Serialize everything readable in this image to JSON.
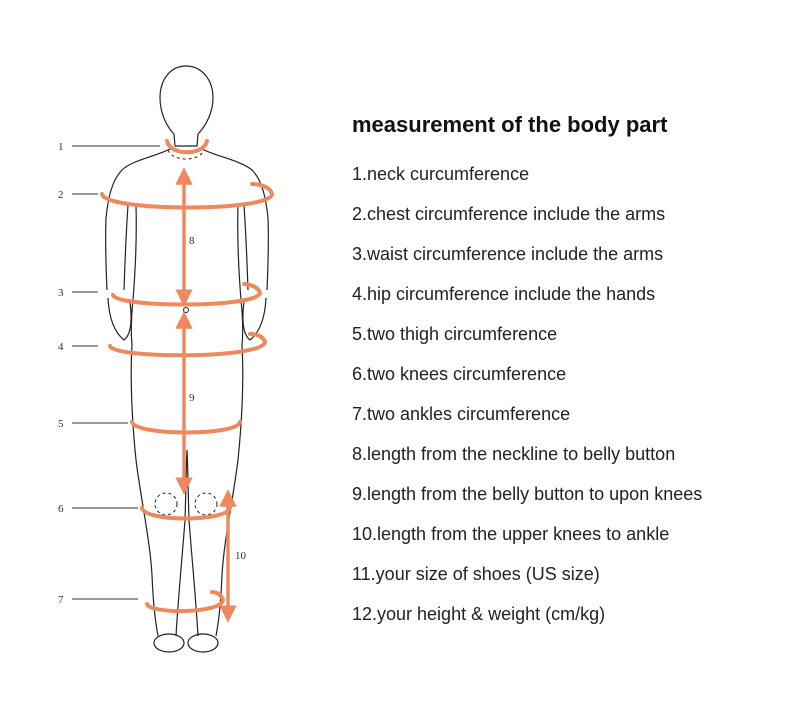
{
  "accent_color": "#ec8a5e",
  "figure": {
    "callouts": [
      "1",
      "2",
      "3",
      "4",
      "5",
      "6",
      "7"
    ],
    "length_labels": [
      "8",
      "9",
      "10"
    ]
  },
  "panel": {
    "title": "measurement of the body part",
    "items": [
      "1.neck curcumference",
      "2.chest circumference include the arms",
      "3.waist circumference include the arms",
      "4.hip circumference include the hands",
      "5.two thigh circumference",
      "6.two knees circumference",
      "7.two ankles circumference",
      "8.length from the neckline to belly button",
      "9.length from the belly button to upon knees",
      "10.length from the upper knees to ankle",
      "11.your size of shoes (US size)",
      "12.your height & weight (cm/kg)"
    ]
  }
}
